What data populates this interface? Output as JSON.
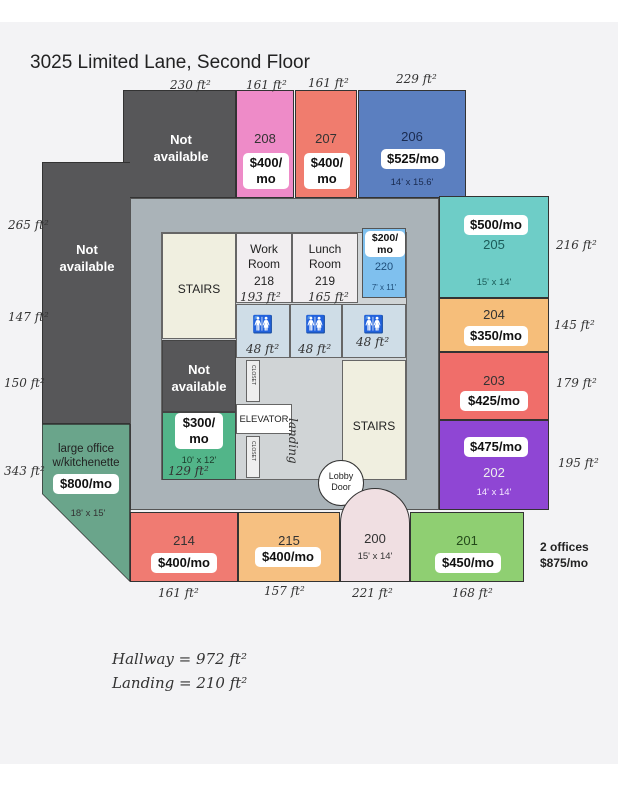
{
  "title": "3025 Limited Lane, Second Floor",
  "not_available": "Not available",
  "stairs": "STAIRS",
  "elevator": "ELEVATOR",
  "lobby_door": "Lobby Door",
  "landing": "landing",
  "closet": "CLOSET",
  "rooms": {
    "r208": {
      "num": "208",
      "price": "$400/ mo",
      "area": "161 ft²"
    },
    "r207": {
      "num": "207",
      "price": "$400/ mo",
      "area": "161 ft²"
    },
    "r206": {
      "num": "206",
      "price": "$525/mo",
      "dims": "14' x 15.6'",
      "area": "229 ft²"
    },
    "r205": {
      "num": "205",
      "price": "$500/mo",
      "dims": "15' x 14'",
      "area": "216 ft²"
    },
    "r204": {
      "num": "204",
      "price": "$350/mo",
      "area": "145 ft²"
    },
    "r203": {
      "num": "203",
      "price": "$425/mo",
      "area": "179 ft²"
    },
    "r202": {
      "num": "202",
      "price": "$475/mo",
      "dims": "14' x 14'",
      "area": "195 ft²"
    },
    "r201": {
      "num": "201",
      "price": "$450/mo",
      "area": "168 ft²"
    },
    "r200": {
      "num": "200",
      "dims": "15' x 14'",
      "area": "221 ft²"
    },
    "r215": {
      "num": "215",
      "price": "$400/mo",
      "area": "157 ft²"
    },
    "r214": {
      "num": "214",
      "price": "$400/mo",
      "area": "161 ft²"
    },
    "r220": {
      "num": "220",
      "price": "$200/ mo",
      "dims": "7' x 11'"
    },
    "r218": {
      "name": "Work Room",
      "num": "218",
      "area": "193 ft²"
    },
    "r219": {
      "name": "Lunch Room",
      "num": "219",
      "area": "165 ft²"
    },
    "r129": {
      "price": "$300/ mo",
      "dims": "10' x 12'",
      "area": "129 ft²"
    },
    "large": {
      "name": "large office w/kitchenette",
      "price": "$800/mo",
      "dims": "18' x 15'",
      "area": "343 ft²"
    }
  },
  "restrooms": {
    "area1": "48 ft²",
    "area2": "48 ft²",
    "area3": "48 ft²"
  },
  "left_areas": {
    "a1": "265 ft²",
    "a2": "147 ft²",
    "a3": "150 ft²"
  },
  "top_area": "230 ft²",
  "two_offices": {
    "label": "2 offices",
    "price": "$875/mo"
  },
  "notes": {
    "hallway": "Hallway = 972 ft²",
    "landing": "Landing = 210 ft²"
  }
}
